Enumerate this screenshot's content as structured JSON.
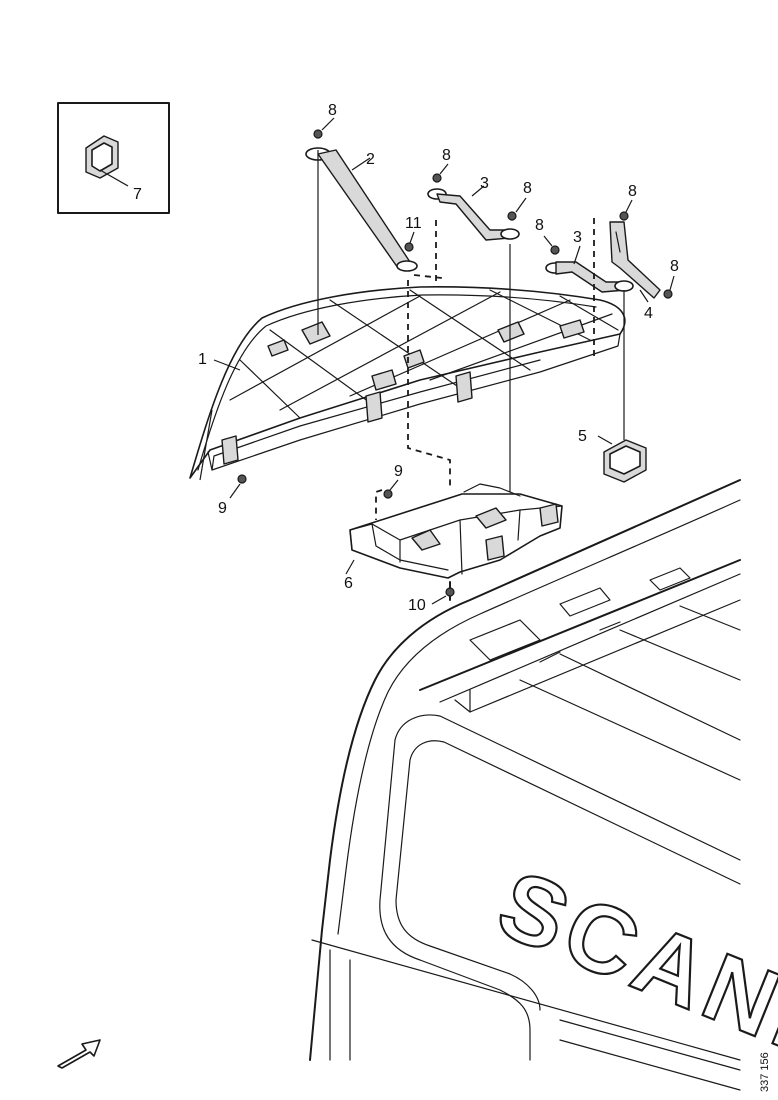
{
  "diagram": {
    "callouts": {
      "c1": "1",
      "c2": "2",
      "c3a": "3",
      "c3b": "3",
      "c4": "4",
      "c5": "5",
      "c6": "6",
      "c7": "7",
      "c8a": "8",
      "c8b": "8",
      "c8c": "8",
      "c8d": "8",
      "c8e": "8",
      "c8f": "8",
      "c9a": "9",
      "c9b": "9",
      "c10": "10",
      "c11": "11"
    },
    "cab_logo_text": "SCANIA",
    "drawing_number": "337 156"
  }
}
